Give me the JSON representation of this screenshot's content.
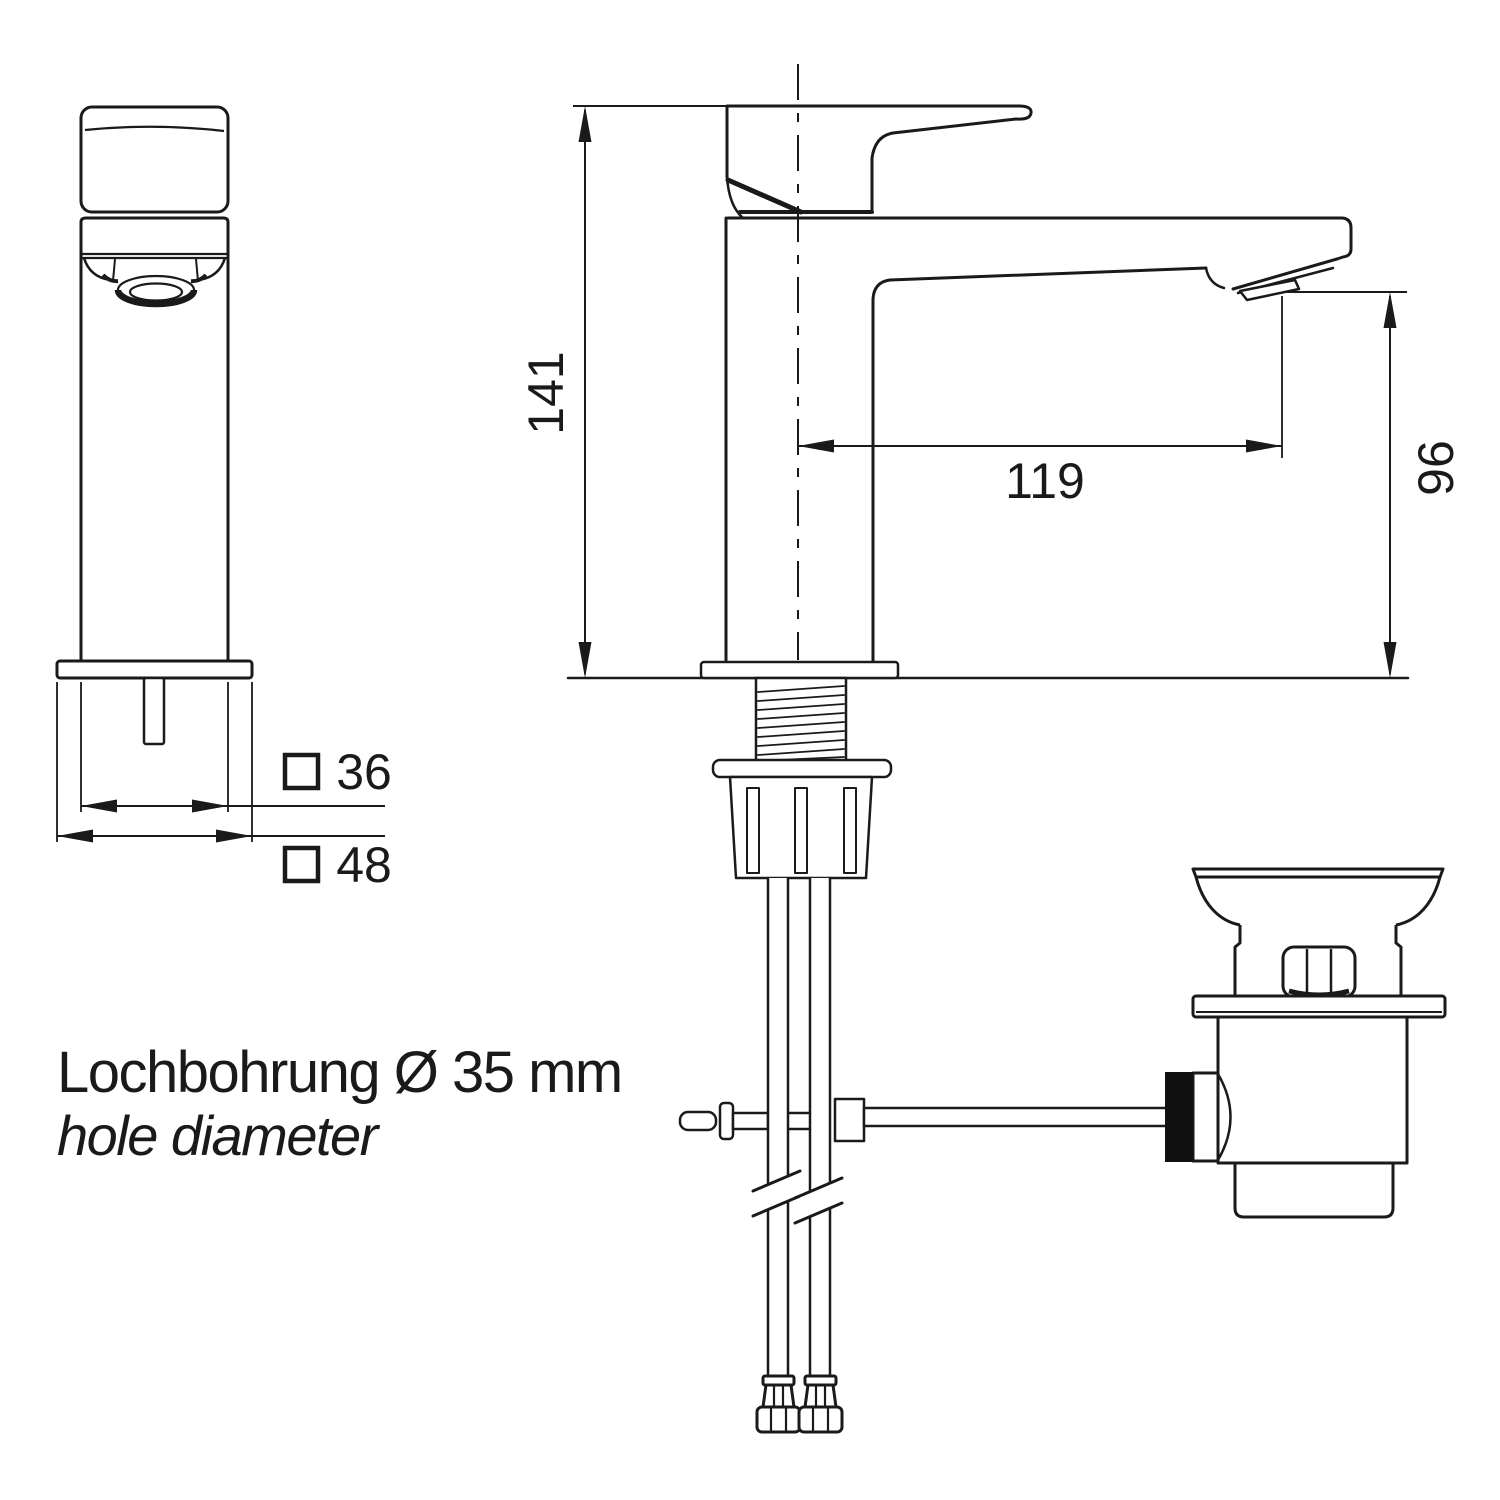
{
  "page": {
    "background": "#ffffff",
    "line_color": "#1a1a1a"
  },
  "dimensions": {
    "total_height": {
      "value": "141"
    },
    "spout_reach": {
      "value": "119"
    },
    "outlet_height": {
      "value": "96"
    },
    "body_square": {
      "value": "36",
      "symbol": "square"
    },
    "base_square": {
      "value": "48",
      "symbol": "square"
    }
  },
  "annotation": {
    "line1": "Lochbohrung Ø 35 mm",
    "line2": "hole diameter"
  }
}
